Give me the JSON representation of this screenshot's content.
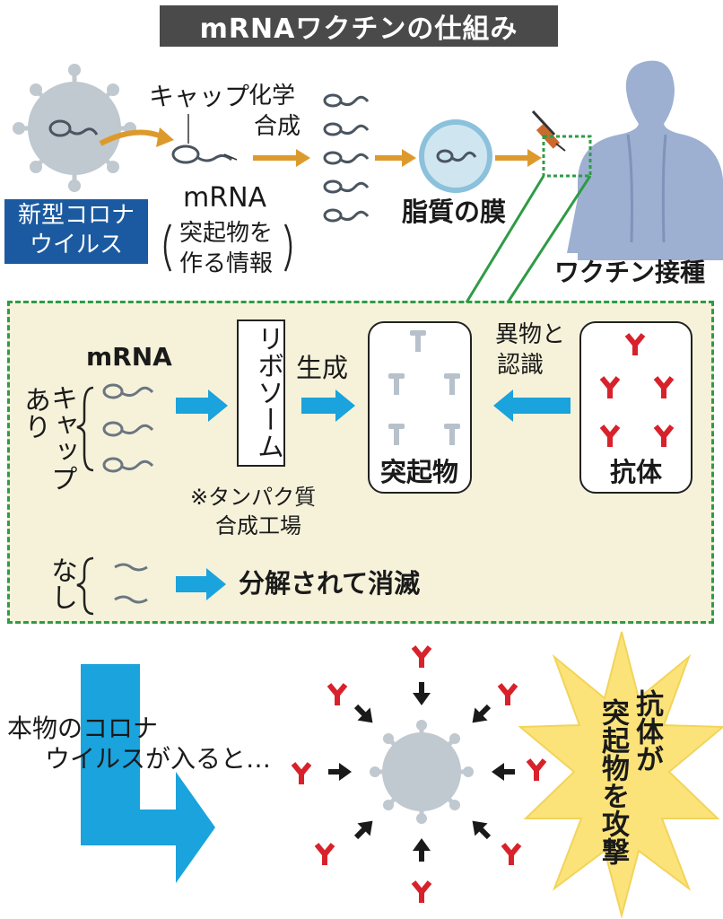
{
  "title": "mRNAワクチンの仕組み",
  "top": {
    "virus_label_line1": "新型コロナ",
    "virus_label_line2": "ウイルス",
    "cap_label": "キャップ",
    "chem_line1": "化学",
    "chem_line2": "合成",
    "mrna_label": "mRNA",
    "mrna_note_line1": "突起物を",
    "mrna_note_line2": "作る情報",
    "lipid_label": "脂質の膜",
    "vaccine_label": "ワクチン接種"
  },
  "detail": {
    "mrna_heading": "mRNA",
    "with_cap_left": "あり",
    "with_cap_right": "キャップ",
    "ribosome": "リボソーム",
    "ribosome_note_line1": "※タンパク質",
    "ribosome_note_line2": "合成工場",
    "generate": "生成",
    "spike_box": "突起物",
    "recognize_line1": "異物と",
    "recognize_line2": "認識",
    "antibody_box": "抗体",
    "without_cap": "なし",
    "decomposed": "分解されて消滅"
  },
  "bottom": {
    "real_virus_line1": "本物のコロナ",
    "real_virus_line2": "ウイルスが入ると…",
    "burst_col1": "突起物を攻撃",
    "burst_col2": "抗体が"
  },
  "colors": {
    "title_bg": "#4a4a4a",
    "virus_label_bg": "#1b5aa0",
    "virus_gray": "#c0c8d0",
    "orange_arrow": "#dd9a2c",
    "blue_arrow": "#1aa3dc",
    "antibody_red": "#d8222b",
    "dashed_green": "#2f9b46",
    "panel_bg": "#f6f2da",
    "burst_yellow": "#fbe37a",
    "person_fill": "#9db0d2"
  }
}
